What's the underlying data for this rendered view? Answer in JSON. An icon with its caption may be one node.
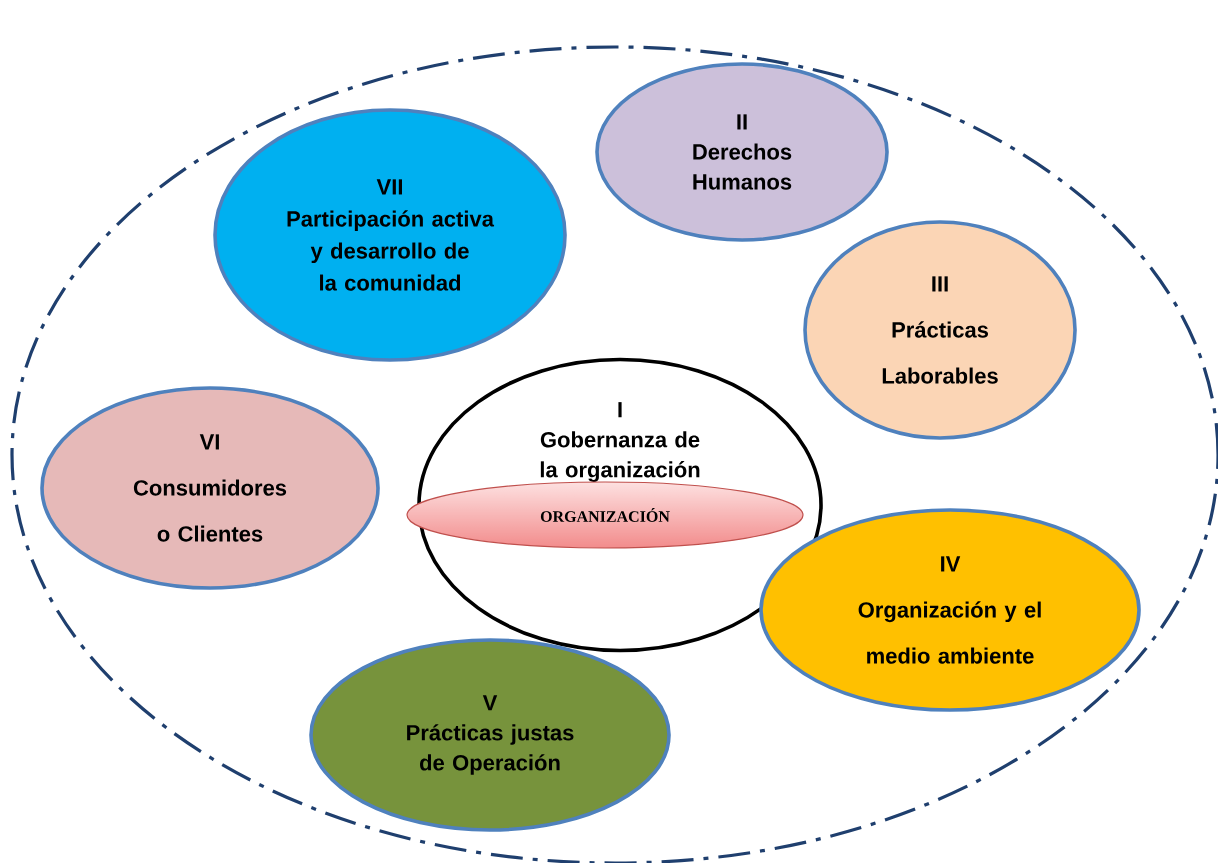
{
  "diagram": {
    "nodes": [
      {
        "text": [],
        "shape": "circle"
      },
      {
        "text": [
          "I",
          "Gobernanza de la organización"
        ],
        "in": 0
      },
      {
        "text": [
          "ORGANIZACIÓN"
        ],
        "in": 1
      },
      {
        "text": [
          "II",
          "Derechos Humanos"
        ],
        "in": 0
      },
      {
        "text": [
          "III",
          "Prácticas Laborables"
        ],
        "in": 0
      },
      {
        "text": [
          "IV",
          "Organización y el medio ambiente"
        ],
        "in": 0
      },
      {
        "text": [
          "V",
          "Prácticas justas de Operación"
        ],
        "in": 0
      },
      {
        "text": [
          "VI",
          "Consumidores o Clientes"
        ],
        "in": 0
      },
      {
        "text": [
          "VII",
          "Participación activa y desarrollo de la comunidad"
        ],
        "in": 0
      }
    ]
  }
}
